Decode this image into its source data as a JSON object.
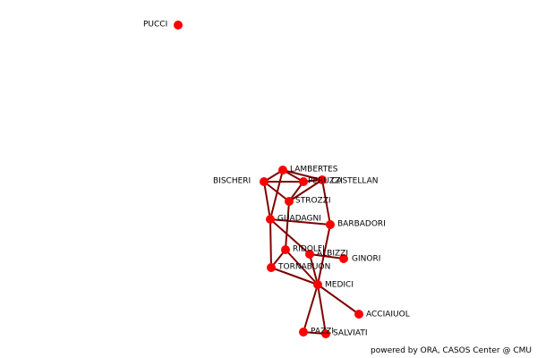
{
  "colors": {
    "background": "#ffffff",
    "node": "#ff0000",
    "edge": "#800000",
    "label": "#000000"
  },
  "footer": {
    "credit": "powered by ORA, CASOS Center @ CMU"
  },
  "network": {
    "nodes": [
      {
        "id": "pucci",
        "label": "PUCCI"
      },
      {
        "id": "lambertes",
        "label": "LAMBERTES"
      },
      {
        "id": "bischeri",
        "label": "BISCHERI"
      },
      {
        "id": "peruzzi",
        "label": "PERUZZI"
      },
      {
        "id": "castellan",
        "label": "CASTELLAN"
      },
      {
        "id": "strozzi",
        "label": "STROZZI"
      },
      {
        "id": "guadagni",
        "label": "GUADAGNI"
      },
      {
        "id": "barbadori",
        "label": "BARBADORI"
      },
      {
        "id": "ridolfi",
        "label": "RIDOLFI"
      },
      {
        "id": "albizzi",
        "label": "ALBIZZI"
      },
      {
        "id": "ginori",
        "label": "GINORI"
      },
      {
        "id": "tornabuon",
        "label": "TORNABUON"
      },
      {
        "id": "medici",
        "label": "MEDICI"
      },
      {
        "id": "acciaiuol",
        "label": "ACCIAIUOL"
      },
      {
        "id": "pazzi",
        "label": "PAZZI"
      },
      {
        "id": "salviati",
        "label": "SALVIATI"
      }
    ],
    "edges": [
      [
        "lambertes",
        "peruzzi"
      ],
      [
        "lambertes",
        "castellan"
      ],
      [
        "lambertes",
        "guadagni"
      ],
      [
        "lambertes",
        "bischeri"
      ],
      [
        "bischeri",
        "peruzzi"
      ],
      [
        "bischeri",
        "strozzi"
      ],
      [
        "bischeri",
        "guadagni"
      ],
      [
        "peruzzi",
        "castellan"
      ],
      [
        "peruzzi",
        "strozzi"
      ],
      [
        "castellan",
        "strozzi"
      ],
      [
        "castellan",
        "barbadori"
      ],
      [
        "strozzi",
        "ridolfi"
      ],
      [
        "guadagni",
        "barbadori"
      ],
      [
        "guadagni",
        "albizzi"
      ],
      [
        "guadagni",
        "tornabuon"
      ],
      [
        "barbadori",
        "medici"
      ],
      [
        "ridolfi",
        "tornabuon"
      ],
      [
        "ridolfi",
        "medici"
      ],
      [
        "albizzi",
        "ginori"
      ],
      [
        "albizzi",
        "medici"
      ],
      [
        "tornabuon",
        "medici"
      ],
      [
        "medici",
        "acciaiuol"
      ],
      [
        "medici",
        "pazzi"
      ],
      [
        "medici",
        "salviati"
      ],
      [
        "pazzi",
        "salviati"
      ]
    ]
  }
}
